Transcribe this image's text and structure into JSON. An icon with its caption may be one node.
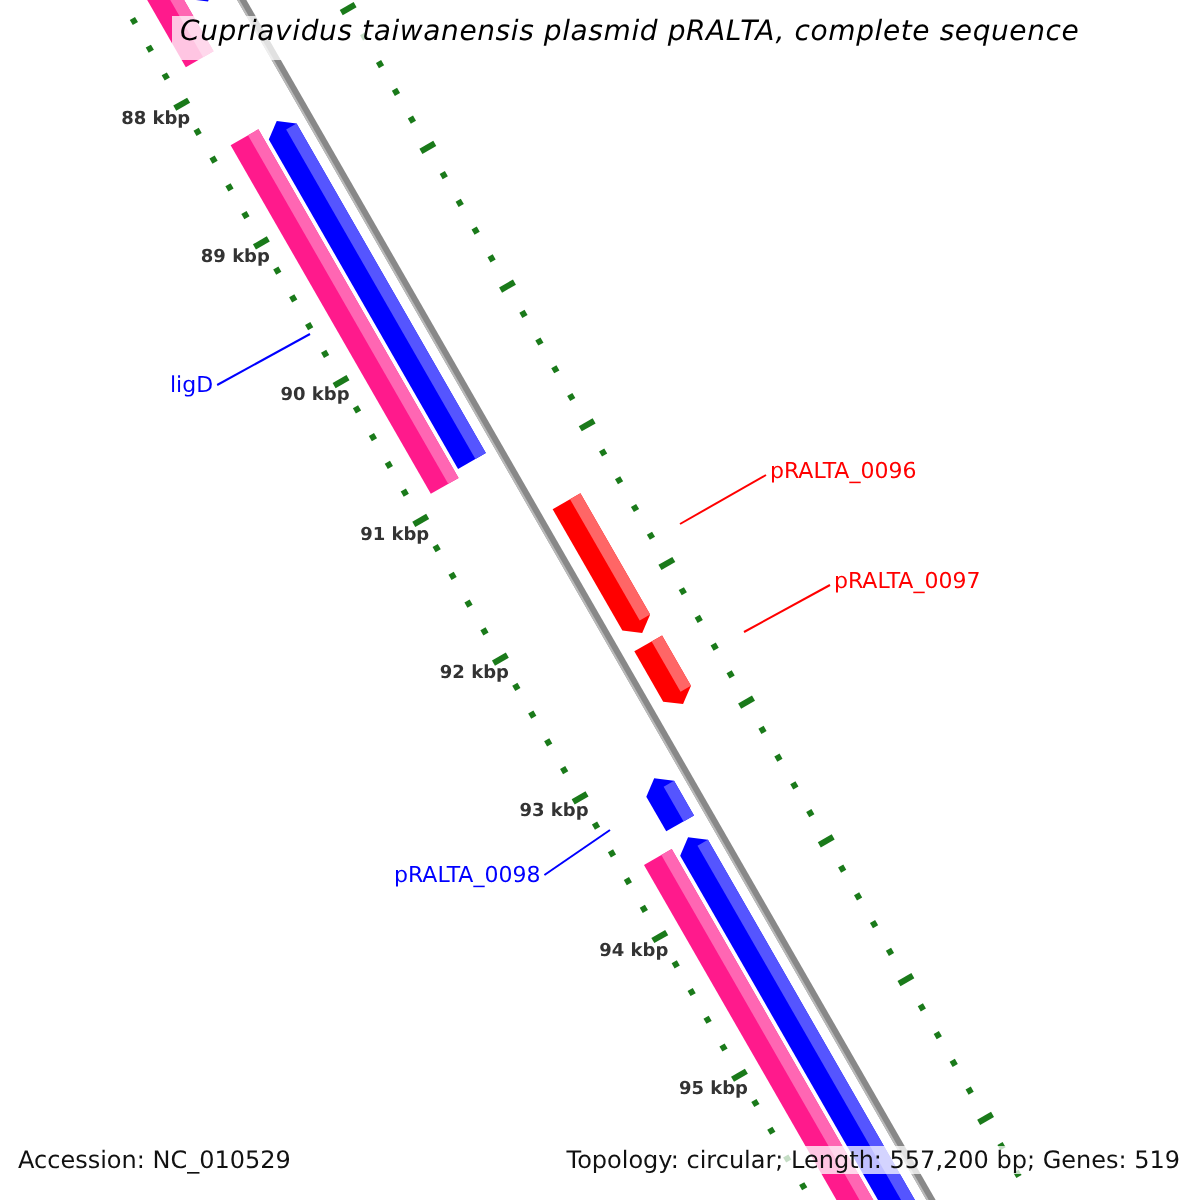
{
  "diagram": {
    "title": "Cupriavidus taiwanensis plasmid pRALTA, complete sequence",
    "nodes": [
      {
        "text": [
          "ligD"
        ]
      },
      {
        "text": [
          "pRALTA_0096"
        ]
      },
      {
        "text": [
          "pRALTA_0097"
        ]
      },
      {
        "text": [
          "pRALTA_0098"
        ]
      }
    ],
    "edges": [
      {
        "from": 0,
        "to": null,
        "arrow": "none",
        "color": "#0000ff"
      },
      {
        "from": 1,
        "to": null,
        "arrow": "none",
        "color": "#ff0000"
      },
      {
        "from": 2,
        "to": null,
        "arrow": "none",
        "color": "#ff0000"
      },
      {
        "from": 3,
        "to": null,
        "arrow": "none",
        "color": "#0000ff"
      }
    ],
    "labels": [
      "88 kbp",
      "89 kbp",
      "90 kbp",
      "91 kbp",
      "92 kbp",
      "93 kbp",
      "94 kbp",
      "95 kbp",
      "Accession: NC_010529",
      "Topology: circular; Length: 557,200 bp; Genes: 519"
    ]
  }
}
